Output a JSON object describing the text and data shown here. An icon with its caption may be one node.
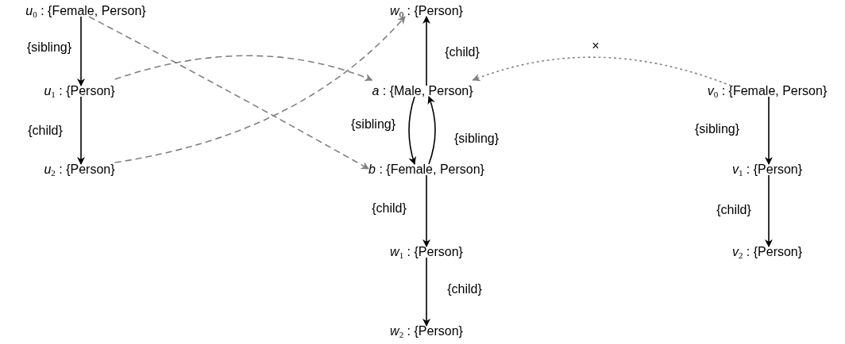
{
  "diagram": {
    "nodes": [
      {
        "text": [
          "*u*$_{0}$ : {Female, Person}"
        ]
      },
      {
        "text": [
          "*u*$_{1}$ : {Person}"
        ]
      },
      {
        "text": [
          "*u*$_{2}$ : {Person}"
        ]
      },
      {
        "text": [
          "*w*$_{0}$ : {Person}"
        ]
      },
      {
        "text": [
          "*a* : {Male, Person}"
        ]
      },
      {
        "text": [
          "*b* : {Female, Person}"
        ]
      },
      {
        "text": [
          "*w*$_{1}$ : {Person}"
        ]
      },
      {
        "text": [
          "*w*$_{2}$ : {Person}"
        ]
      },
      {
        "text": [
          "*v*$_{0}$ : {Female, Person}"
        ]
      },
      {
        "text": [
          "*v*$_{1}$ : {Person}"
        ]
      },
      {
        "text": [
          "*v*$_{2}$ : {Person}"
        ]
      }
    ],
    "edges": [
      {
        "from": 0,
        "to": 1,
        "arrow": "to",
        "label": "{sibling}"
      },
      {
        "from": 1,
        "to": 2,
        "arrow": "to",
        "label": "{child}"
      },
      {
        "from": 4,
        "to": 3,
        "arrow": "to",
        "label": "{child}"
      },
      {
        "from": 4,
        "to": 5,
        "arrow": "to",
        "label": "{sibling}"
      },
      {
        "from": 5,
        "to": 4,
        "arrow": "to",
        "label": "{sibling}"
      },
      {
        "from": 5,
        "to": 6,
        "arrow": "to",
        "label": "{child}"
      },
      {
        "from": 6,
        "to": 7,
        "arrow": "to",
        "label": "{child}"
      },
      {
        "from": 8,
        "to": 9,
        "arrow": "to",
        "label": "{sibling}"
      },
      {
        "from": 9,
        "to": 10,
        "arrow": "to",
        "label": "{child}"
      },
      {
        "from": 0,
        "to": 5,
        "arrow": "to",
        "style": "dashed",
        "color": "#808080"
      },
      {
        "from": 1,
        "to": 4,
        "arrow": "to",
        "style": "dashed",
        "color": "#808080"
      },
      {
        "from": 2,
        "to": 3,
        "arrow": "to",
        "style": "dashed",
        "color": "#808080"
      },
      {
        "from": 8,
        "to": 4,
        "arrow": "to",
        "style": "dashed",
        "color": "#808080",
        "label": "×"
      }
    ]
  }
}
